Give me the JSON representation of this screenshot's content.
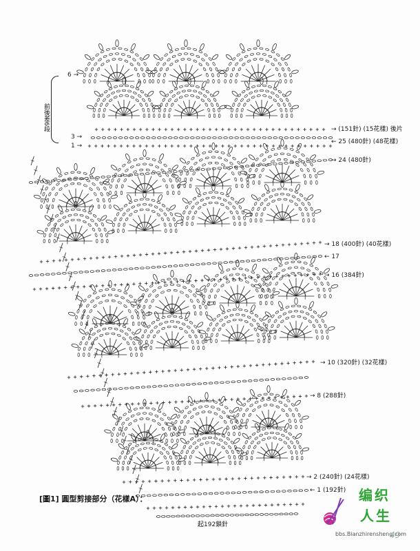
{
  "figure": {
    "caption": "[圖1] 圓型剪接部分（花樣A）：",
    "side_note": "前後差6段",
    "start_note": "起192鎖針",
    "left_row_labels": [
      {
        "label": "6",
        "arrow": "→"
      },
      {
        "label": "3",
        "arrow": "→"
      },
      {
        "label": "1",
        "arrow": "→"
      }
    ],
    "right_row_labels": [
      {
        "label": "(151針) (15花樣) 後片",
        "arrow": "→"
      },
      {
        "label": "25 (480針) (48花樣)",
        "arrow": "←"
      },
      {
        "label": "24 (480針)",
        "arrow": "→"
      },
      {
        "label": "18 (400針) (40花樣)",
        "arrow": "→"
      },
      {
        "label": "17",
        "arrow": "←"
      },
      {
        "label": "16 (384針)",
        "arrow": "→"
      },
      {
        "label": "10 (320針) (32花樣)",
        "arrow": "→"
      },
      {
        "label": "8 (288針)",
        "arrow": "→"
      },
      {
        "label": "2 (240針) (24花樣)",
        "arrow": "→"
      },
      {
        "label": "1 (192針)",
        "arrow": "←"
      }
    ]
  },
  "watermark": {
    "title_top": "编织",
    "title_bottom": "人生",
    "site": "bbs.Bianzhirensheng.com",
    "page_number": "49",
    "colors": {
      "green": "#2ea535",
      "magenta": "#d02a8a",
      "purple": "#7a3fb0"
    }
  }
}
